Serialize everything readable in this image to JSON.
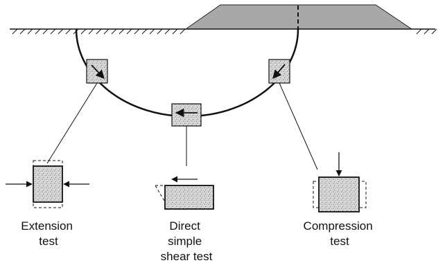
{
  "figure": {
    "labels": {
      "extension": [
        "Extension",
        "test"
      ],
      "direct_simple_shear": [
        "Direct",
        "simple",
        "shear test"
      ],
      "compression": [
        "Compression",
        "test"
      ]
    },
    "colors": {
      "line": "#111111",
      "embankment": "#a8a8a8",
      "specimen": "#d8d8d8",
      "background": "#ffffff"
    }
  }
}
